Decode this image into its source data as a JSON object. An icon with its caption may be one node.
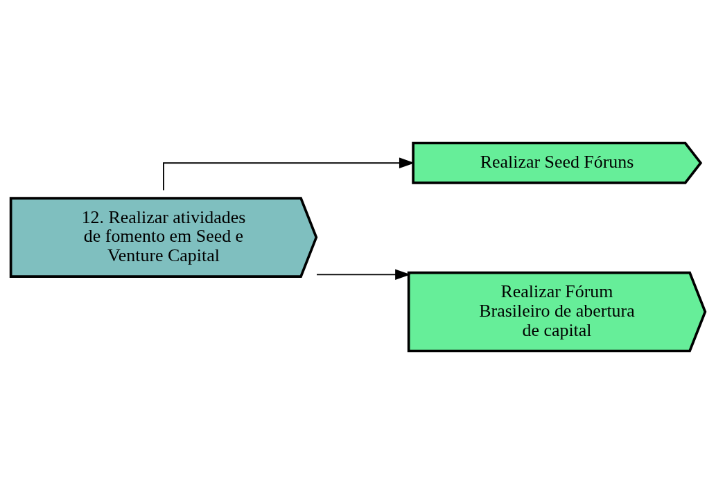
{
  "diagram": {
    "nodes": [
      {
        "text": [
          "12. Realizar atividades de fomento em Seed e Venture Capital"
        ]
      },
      {
        "text": [
          "Realizar Seed Fóruns"
        ]
      },
      {
        "text": [
          "Realizar Fórum Brasileiro de abertura de capital"
        ]
      }
    ],
    "edges": [
      {
        "from": 0,
        "to": 1,
        "arrow": "to"
      },
      {
        "from": 0,
        "to": 2,
        "arrow": "to"
      }
    ]
  }
}
